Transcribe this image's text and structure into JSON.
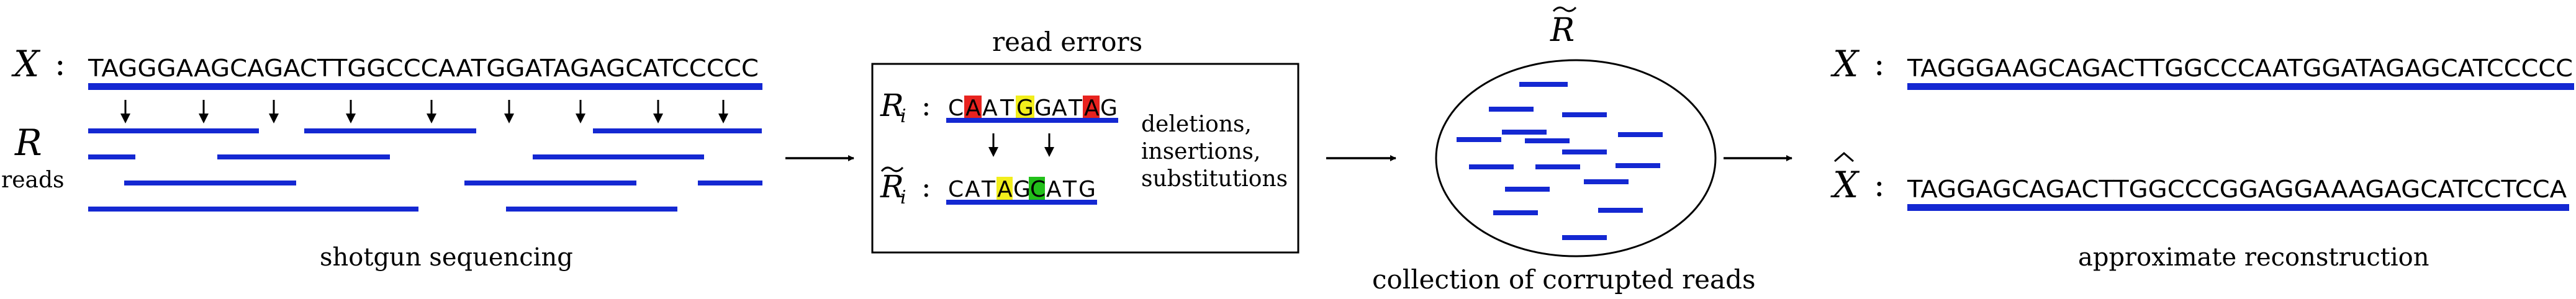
{
  "colors": {
    "read": "#1428d2",
    "red": "#e8231f",
    "yellow": "#f2ee1c",
    "green": "#22c01a",
    "ink": "#000000"
  },
  "panel_shotgun": {
    "x_label": "X",
    "colon": ":",
    "sequence": "TAGGGAAGCAGACTTGGCCCAATGGATAGAGCATCCCCC",
    "reads_symbol": "R",
    "reads_label": "reads",
    "caption": "shotgun sequencing"
  },
  "panel_errors": {
    "title": "read errors",
    "ri_label": "R",
    "ri_sub": "i",
    "ri_tilde_label": "R",
    "read_original": [
      "C",
      "A",
      "A",
      "T",
      "G",
      "G",
      "A",
      "T",
      "A",
      "G"
    ],
    "read_corrupted": [
      "C",
      "A",
      "T",
      "A",
      "G",
      "C",
      "A",
      "T",
      "G"
    ],
    "error_types": [
      "deletions,",
      "insertions,",
      "substitutions"
    ]
  },
  "panel_collection": {
    "symbol": "R",
    "caption": "collection of corrupted reads"
  },
  "panel_reconstruction": {
    "x_label": "X",
    "x_hat_label": "X",
    "sequence_true": "TAGGGAAGCAGACTTGGCCCAATGGATAGAGCATCCCCC",
    "sequence_reconstructed": "TAGGAGCAGACTTGGCCCGGAGGAAAGAGCATCCTCCA",
    "caption": "approximate reconstruction"
  }
}
